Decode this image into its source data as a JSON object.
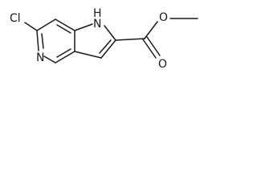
{
  "molecule": {
    "atoms": {
      "chlorine": "Cl",
      "ring_nitrogen": "N",
      "pyrrole_nh": "H\nN",
      "carbonyl_oxygen": "O",
      "ester_oxygen": "O"
    }
  }
}
